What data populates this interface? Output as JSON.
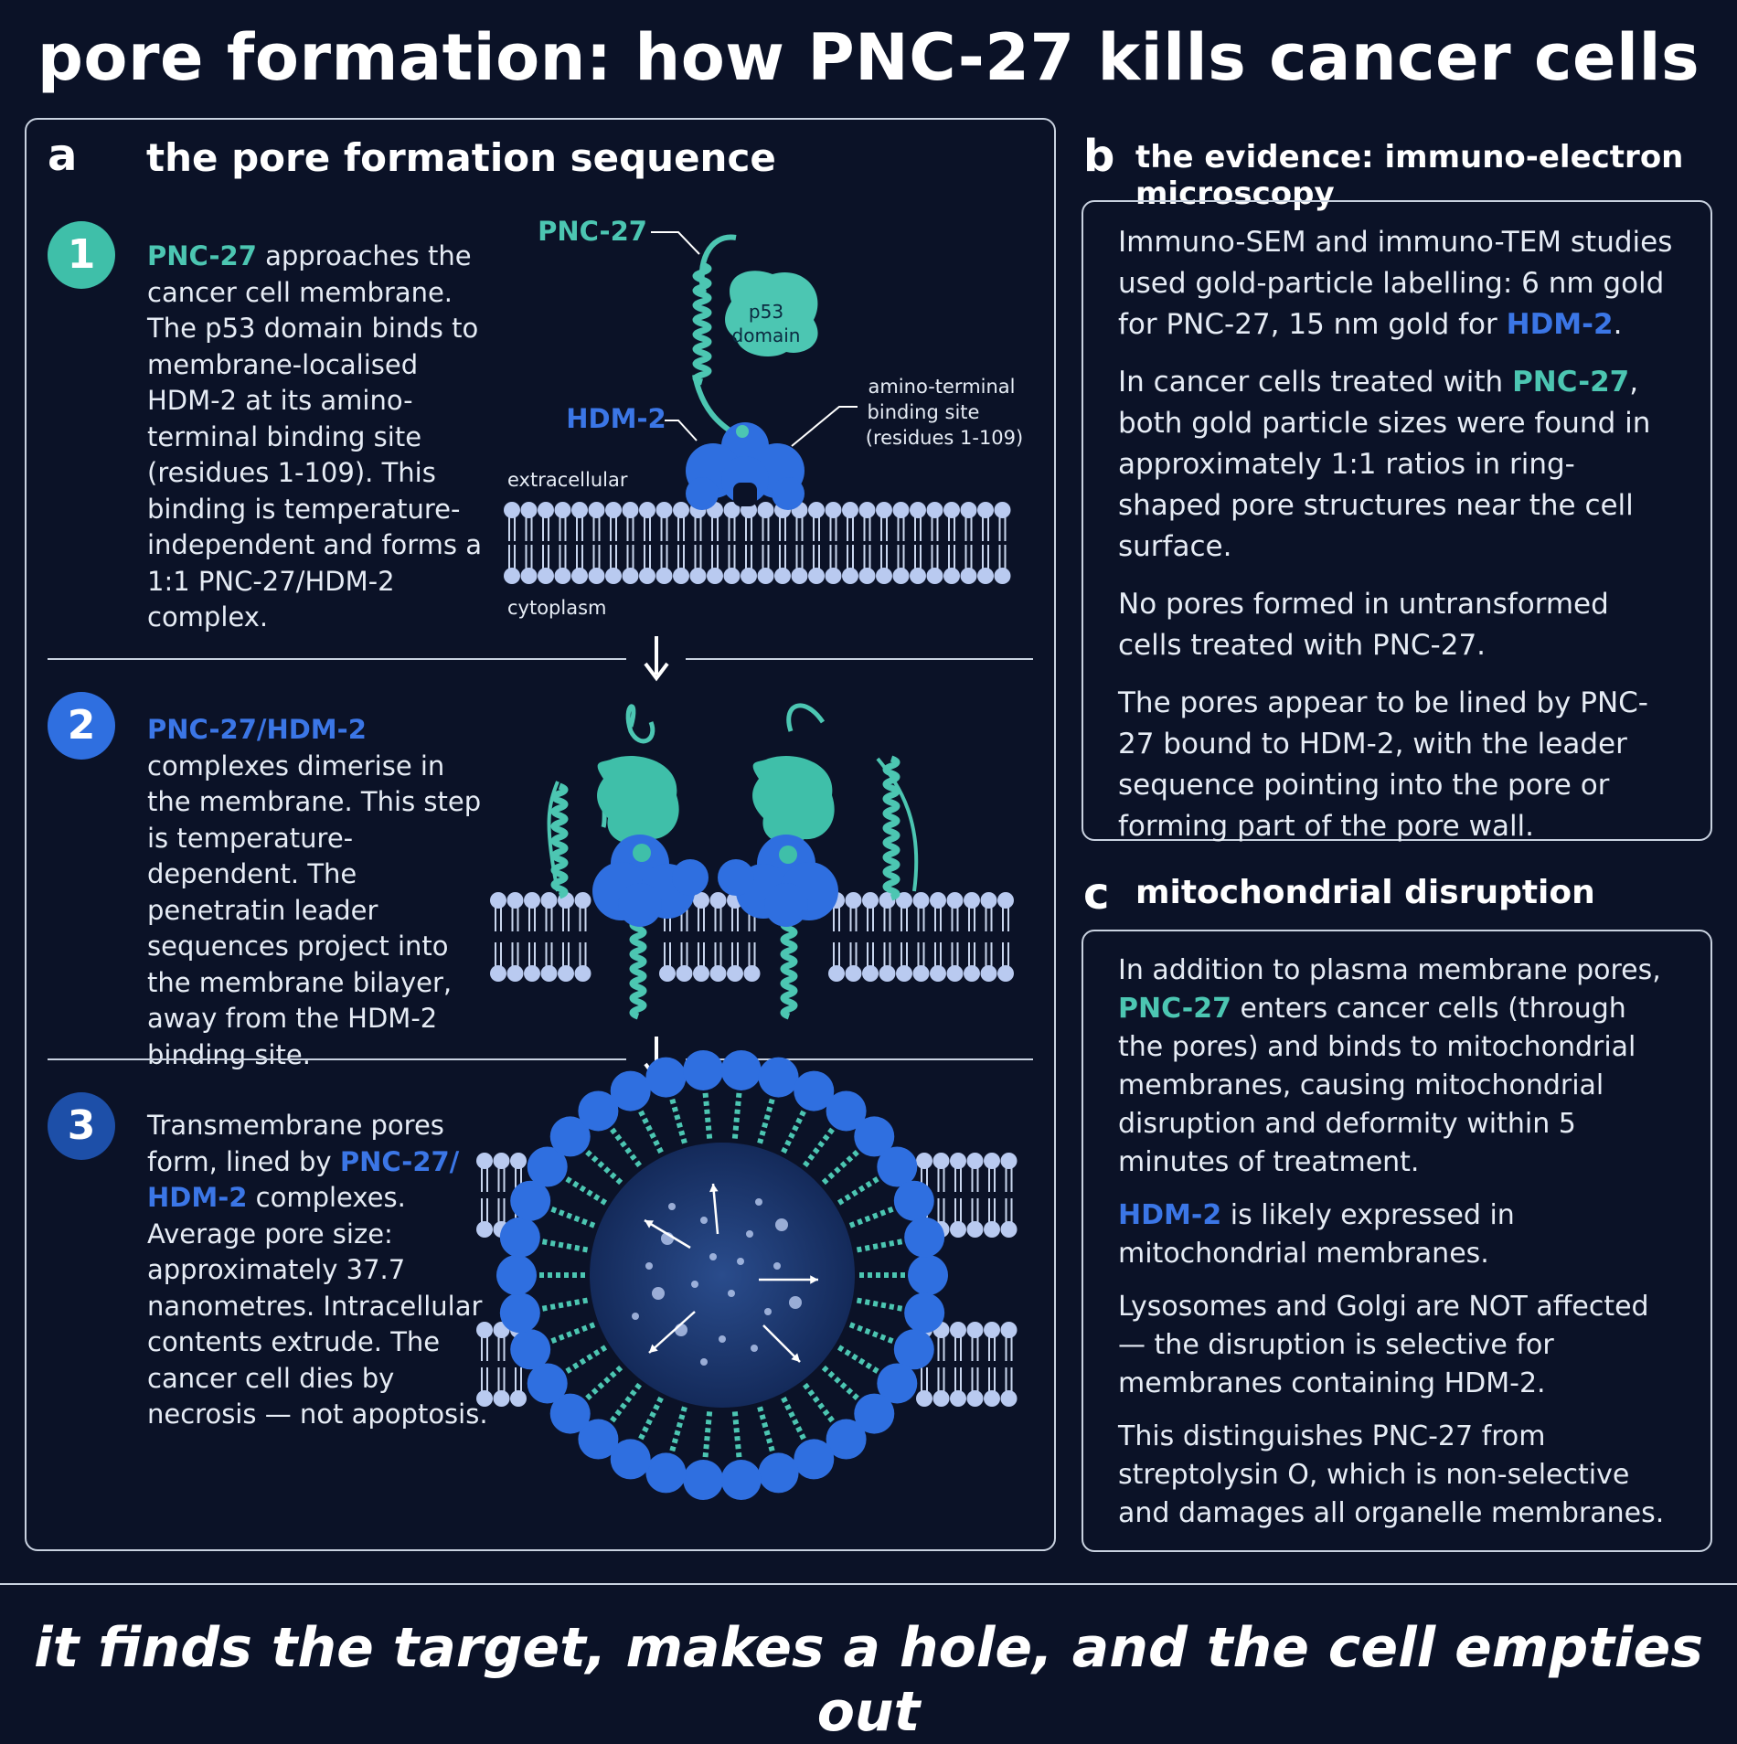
{
  "title": "pore formation: how PNC-27 kills cancer cells",
  "colors": {
    "teal": "#4cc6b2",
    "blue": "#3b76e6",
    "navy": "#1d4fa8",
    "background": "#0b1227"
  },
  "panel_a": {
    "letter": "a",
    "title": "the pore formation sequence",
    "step1": {
      "number": "1",
      "lead": "PNC-27",
      "text": " approaches the cancer cell membrane. The p53 domain binds to membrane-localised HDM-2 at its amino-terminal binding site (residues 1-109). This binding is temperature-independent and forms a 1:1 PNC-27/HDM-2 complex."
    },
    "step2": {
      "number": "2",
      "lead": "PNC-27/HDM-2",
      "text": " complexes dimerise in the membrane. This step is temperature-dependent. The penetratin leader sequences project into the membrane bilayer, away from the HDM-2 binding site."
    },
    "step3": {
      "number": "3",
      "pre": "Transmembrane pores form, lined by ",
      "highlight": "PNC-27/ HDM-2",
      "post": " complexes. Average pore size: approximately 37.7 nanometres. Intracellular contents extrude. The cancer cell dies by necrosis — not apoptosis."
    },
    "diagram_labels": {
      "pnc27": "PNC-27",
      "p53_line1": "p53",
      "p53_line2": "domain",
      "hdm2": "HDM-2",
      "site_line1": "amino-terminal",
      "site_line2": "binding site",
      "site_line3": "(residues 1-109)",
      "extracellular": "extracellular",
      "cytoplasm": "cytoplasm"
    }
  },
  "panel_b": {
    "letter": "b",
    "title": "the evidence: immuno-electron microscopy",
    "p1_pre": "Immuno-SEM and immuno-TEM studies used gold-particle labelling: 6 nm gold for PNC-27, 15 nm gold for ",
    "p1_hl": "HDM-2",
    "p1_post": ".",
    "p2_pre": "In cancer cells treated with ",
    "p2_hl": "PNC-27",
    "p2_post": ", both gold particle sizes were found in approximately 1:1 ratios in ring-shaped pore structures near the cell surface.",
    "p3": "No pores formed in untransformed cells treated with PNC-27.",
    "p4": "The pores appear to be lined by PNC-27 bound to HDM-2, with the leader sequence pointing into the pore or forming part of the pore wall."
  },
  "panel_c": {
    "letter": "c",
    "title": "mitochondrial disruption",
    "p1_pre": "In addition to plasma membrane pores, ",
    "p1_hl": "PNC-27",
    "p1_post": " enters cancer cells (through the pores) and binds to mitochondrial membranes, causing mitochondrial disruption and deformity within 5 minutes of treatment.",
    "p2_hl": "HDM-2",
    "p2_post": " is likely expressed in mitochondrial membranes.",
    "p3": "Lysosomes and Golgi are NOT affected — the disruption is selective for membranes containing HDM-2.",
    "p4": "This distinguishes PNC-27 from streptolysin O, which is non-selective and damages all organelle membranes."
  },
  "footer": "it finds the target, makes a hole, and the cell empties out"
}
